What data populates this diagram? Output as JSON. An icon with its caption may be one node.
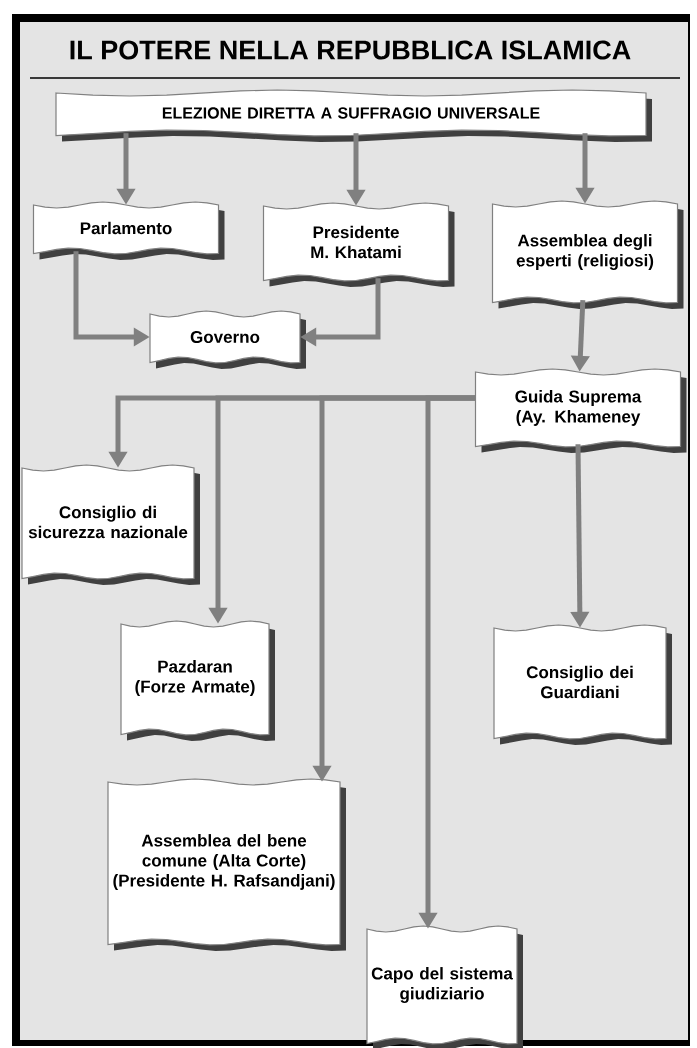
{
  "diagram": {
    "title": "IL POTERE NELLA REPUBBLICA ISLAMICA",
    "nodes": [
      {
        "text": [
          "ELEZIONE DIRETTA A SUFFRAGIO UNIVERSALE"
        ]
      },
      {
        "text": [
          "Parlamento"
        ]
      },
      {
        "text": [
          "Presidente M. Khatami"
        ]
      },
      {
        "text": [
          "Assemblea degli esperti (religiosi)"
        ]
      },
      {
        "text": [
          "Governo"
        ]
      },
      {
        "text": [
          "Guida Suprema (Ay. Khameney"
        ]
      },
      {
        "text": [
          "Consiglio di sicurezza nazionale"
        ]
      },
      {
        "text": [
          "Pazdaran (Forze Armate)"
        ]
      },
      {
        "text": [
          "Consiglio dei Guardiani"
        ]
      },
      {
        "text": [
          "Assemblea del bene comune (Alta Corte) (Presidente H. Rafsandjani)"
        ]
      },
      {
        "text": [
          "Capo del sistema giudiziario"
        ]
      }
    ],
    "edges": [
      {
        "from": 0,
        "to": 1,
        "arrow": "to"
      },
      {
        "from": 0,
        "to": 2,
        "arrow": "to"
      },
      {
        "from": 0,
        "to": 3,
        "arrow": "to"
      },
      {
        "from": 1,
        "to": 4,
        "arrow": "to"
      },
      {
        "from": 2,
        "to": 4,
        "arrow": "to"
      },
      {
        "from": 3,
        "to": 5,
        "arrow": "to"
      },
      {
        "from": 5,
        "to": 6,
        "arrow": "to"
      },
      {
        "from": 5,
        "to": 7,
        "arrow": "to"
      },
      {
        "from": 5,
        "to": 9,
        "arrow": "to"
      },
      {
        "from": 5,
        "to": 10,
        "arrow": "to"
      },
      {
        "from": 5,
        "to": 8,
        "arrow": "to"
      }
    ]
  }
}
